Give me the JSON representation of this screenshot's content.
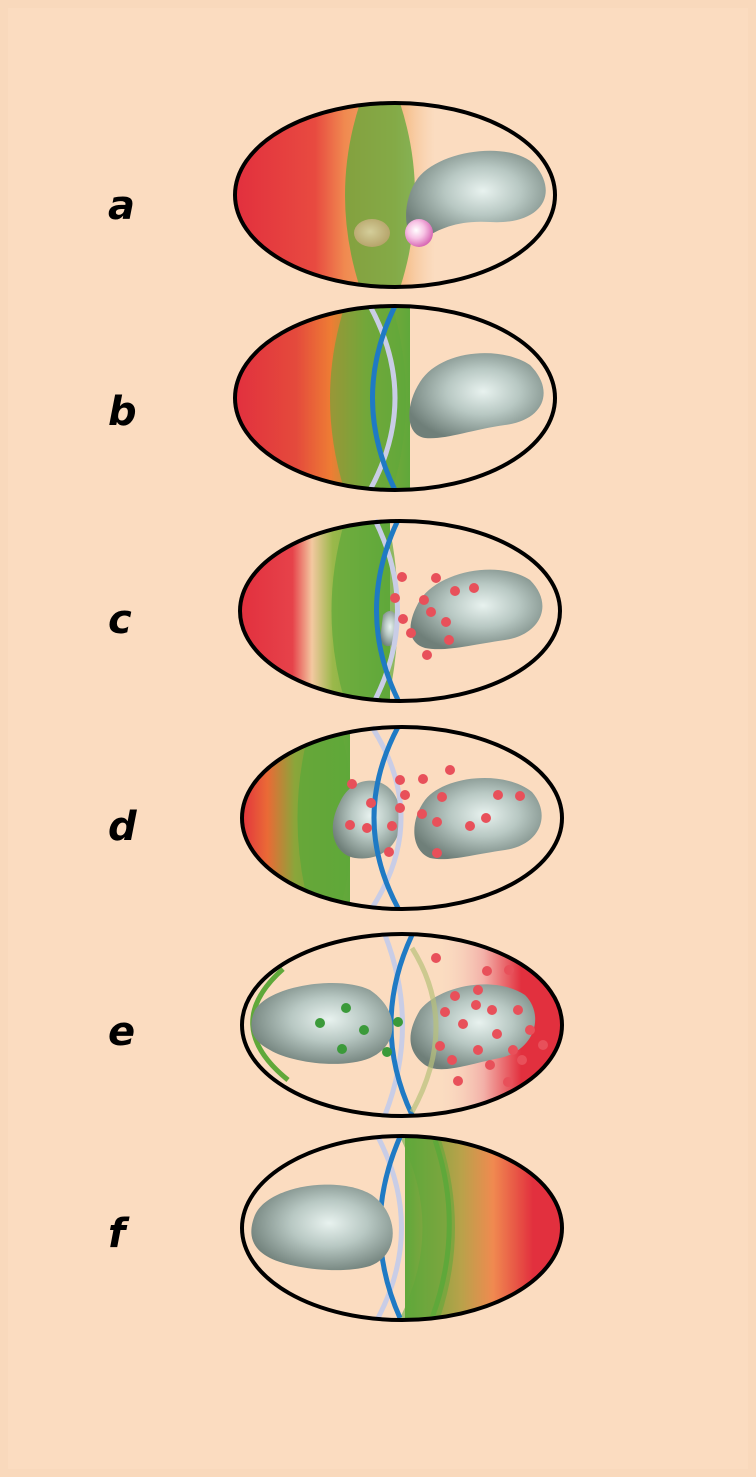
{
  "panels": [
    {
      "label": "a"
    },
    {
      "label": "b"
    },
    {
      "label": "c"
    },
    {
      "label": "d"
    },
    {
      "label": "e"
    },
    {
      "label": "f"
    }
  ],
  "colors": {
    "background": "#fbdcc0",
    "red": "#e0313f",
    "orange": "#ef8a3c",
    "green": "#5fa83a",
    "blue": "#1f7ac4",
    "pale_blue": "#c9cde6",
    "nucleus": "#7f8e88",
    "nucleus_light": "#e6f0ee",
    "red_dot": "#e8505a",
    "green_dot": "#3b9a3a",
    "pink_body": "#f2b0d8"
  }
}
